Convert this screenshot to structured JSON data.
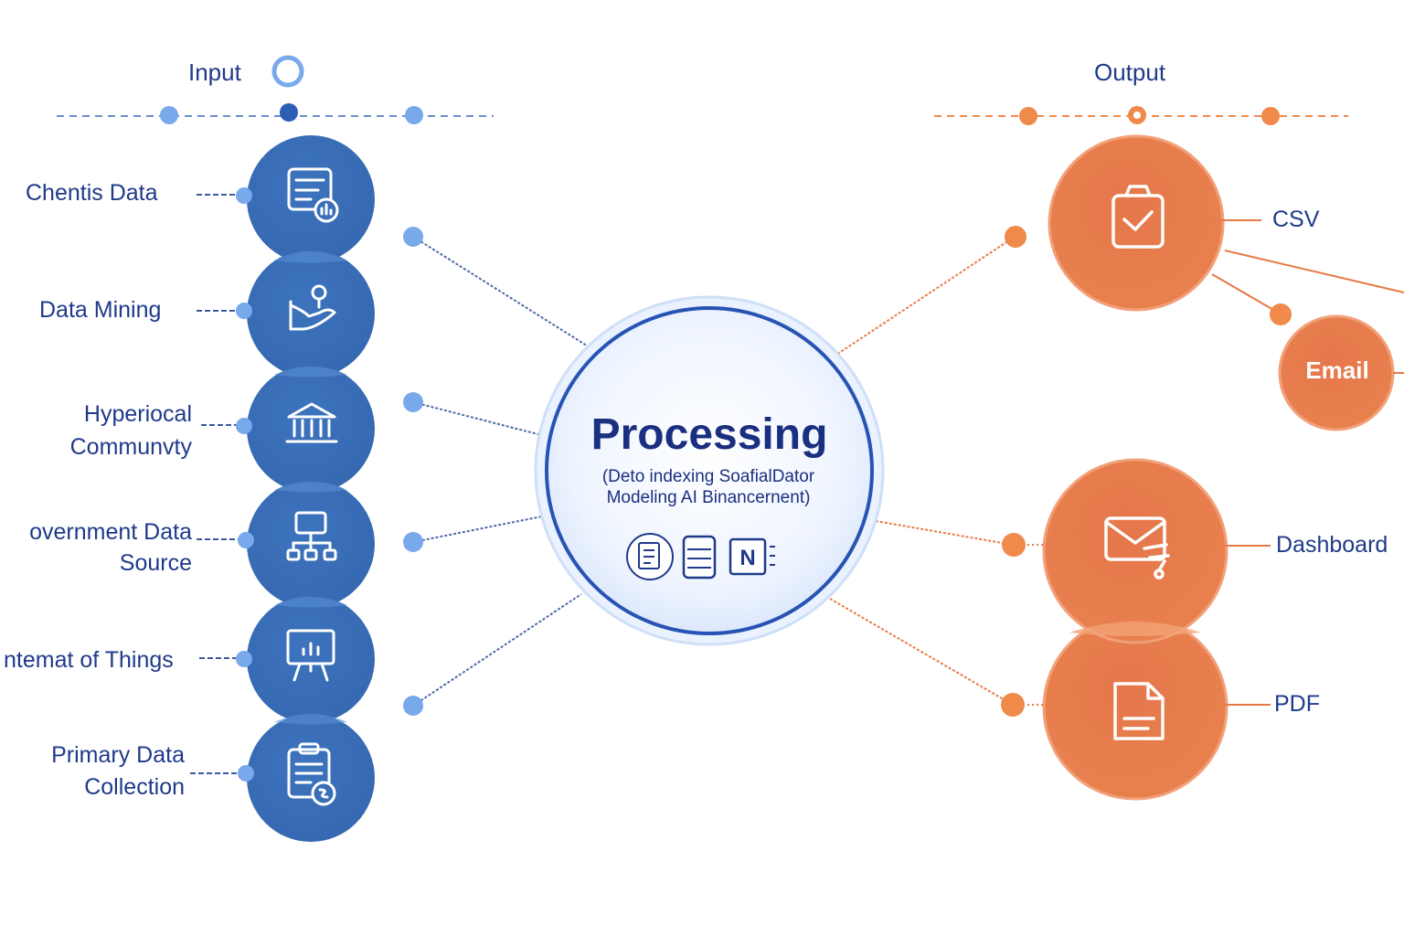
{
  "header": {
    "input": "Input",
    "output": "Output"
  },
  "inputs": [
    {
      "label": "Chentis Data",
      "icon": "document-chart-icon"
    },
    {
      "label": "Data Mining",
      "icon": "hand-pin-icon"
    },
    {
      "label": "Hyperiocal Communvty",
      "line1": "Hyperiocal",
      "line2": "Communvty",
      "icon": "institution-icon"
    },
    {
      "label": "overnment Data Source",
      "line1": "overnment Data",
      "line2": "Source",
      "icon": "hierarchy-icon"
    },
    {
      "label": "ntemat of Things",
      "icon": "presentation-board-icon"
    },
    {
      "label": "Primary Data Collection",
      "line1": "Primary Data",
      "line2": "Collection",
      "icon": "clipboard-icon"
    }
  ],
  "processing": {
    "title": "Processing",
    "subtitle_line1": "(Deto indexing SoafialDator",
    "subtitle_line2": "Modeling AI Binancernent)",
    "icons": [
      "chip-icon",
      "database-icon",
      "ai-badge-icon"
    ],
    "badge_letter": "N"
  },
  "outputs": [
    {
      "label": "CSV",
      "icon": "clipboard-check-icon"
    },
    {
      "label": "Email",
      "icon": ""
    },
    {
      "label": "Dashboard",
      "icon": "envelope-link-icon"
    },
    {
      "label": "PDF",
      "icon": "file-icon"
    }
  ],
  "colors": {
    "input_blue": "#3a6fb8",
    "input_dot": "#7aaae8",
    "navy_text": "#1f3a8a",
    "output_orange": "#e97e4f",
    "output_dot": "#f08a4b",
    "process_ring": "#2754b4"
  }
}
